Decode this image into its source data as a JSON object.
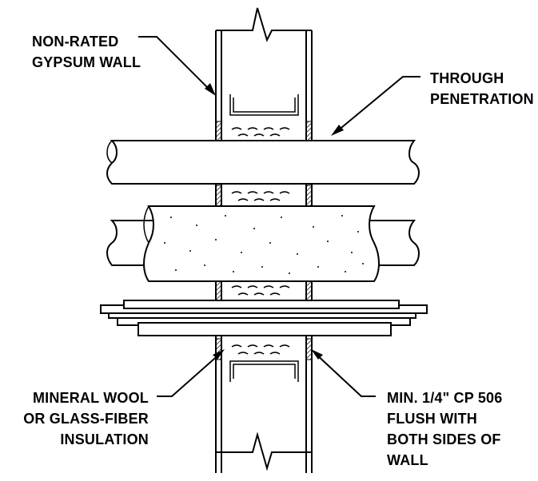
{
  "labels": {
    "wall_line1": "NON-RATED",
    "wall_line2": "GYPSUM WALL",
    "penetration_line1": "THROUGH",
    "penetration_line2": "PENETRATION",
    "insulation_line1": "MINERAL WOOL",
    "insulation_line2": "OR GLASS-FIBER",
    "insulation_line3": "INSULATION",
    "sealant_line1": "MIN. 1/4\" CP 506",
    "sealant_line2": "FLUSH WITH",
    "sealant_line3": "BOTH SIDES OF",
    "sealant_line4": "WALL"
  }
}
